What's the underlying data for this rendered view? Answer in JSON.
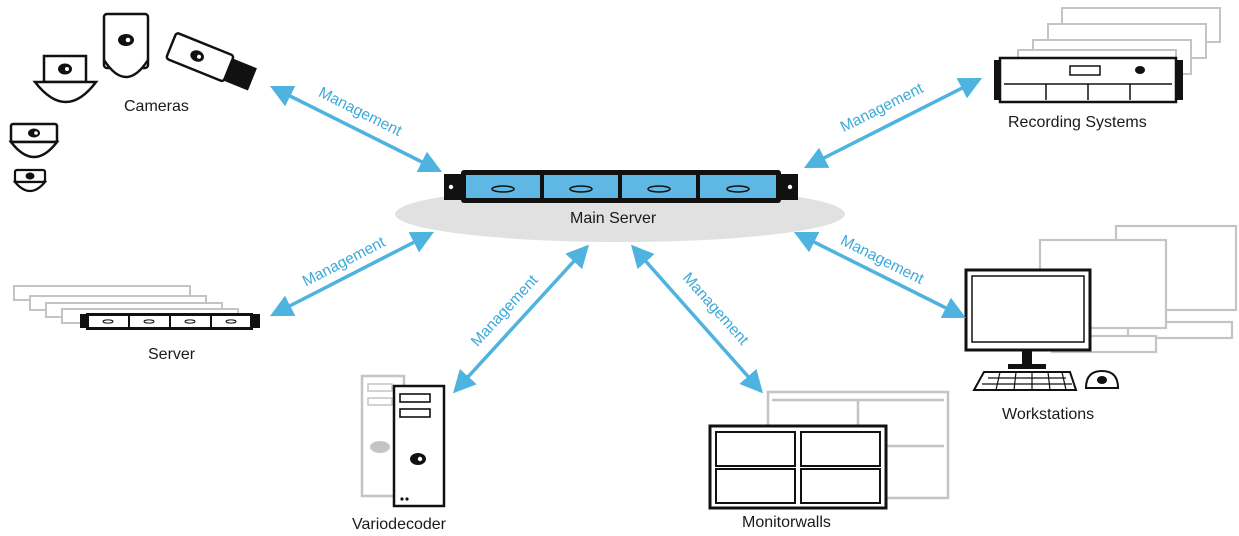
{
  "colors": {
    "arrow": "#4fb3df",
    "edge_label": "#3ba9d8",
    "server_panel": "#5fb8e4",
    "halo": "#e1e1e1",
    "faded": "#c4c4c4",
    "ink": "#111111"
  },
  "hub": {
    "label": "Main Server"
  },
  "nodes": {
    "cameras": "Cameras",
    "recording": "Recording Systems",
    "server": "Server",
    "workstations": "Workstations",
    "variodecoder": "Variodecoder",
    "monitorwalls": "Monitorwalls"
  },
  "edges": [
    {
      "from": "Main Server",
      "to": "Cameras",
      "label": "Management"
    },
    {
      "from": "Main Server",
      "to": "Recording Systems",
      "label": "Management"
    },
    {
      "from": "Main Server",
      "to": "Server",
      "label": "Management"
    },
    {
      "from": "Main Server",
      "to": "Variodecoder",
      "label": "Management"
    },
    {
      "from": "Main Server",
      "to": "Monitorwalls",
      "label": "Management"
    },
    {
      "from": "Main Server",
      "to": "Workstations",
      "label": "Management"
    }
  ]
}
